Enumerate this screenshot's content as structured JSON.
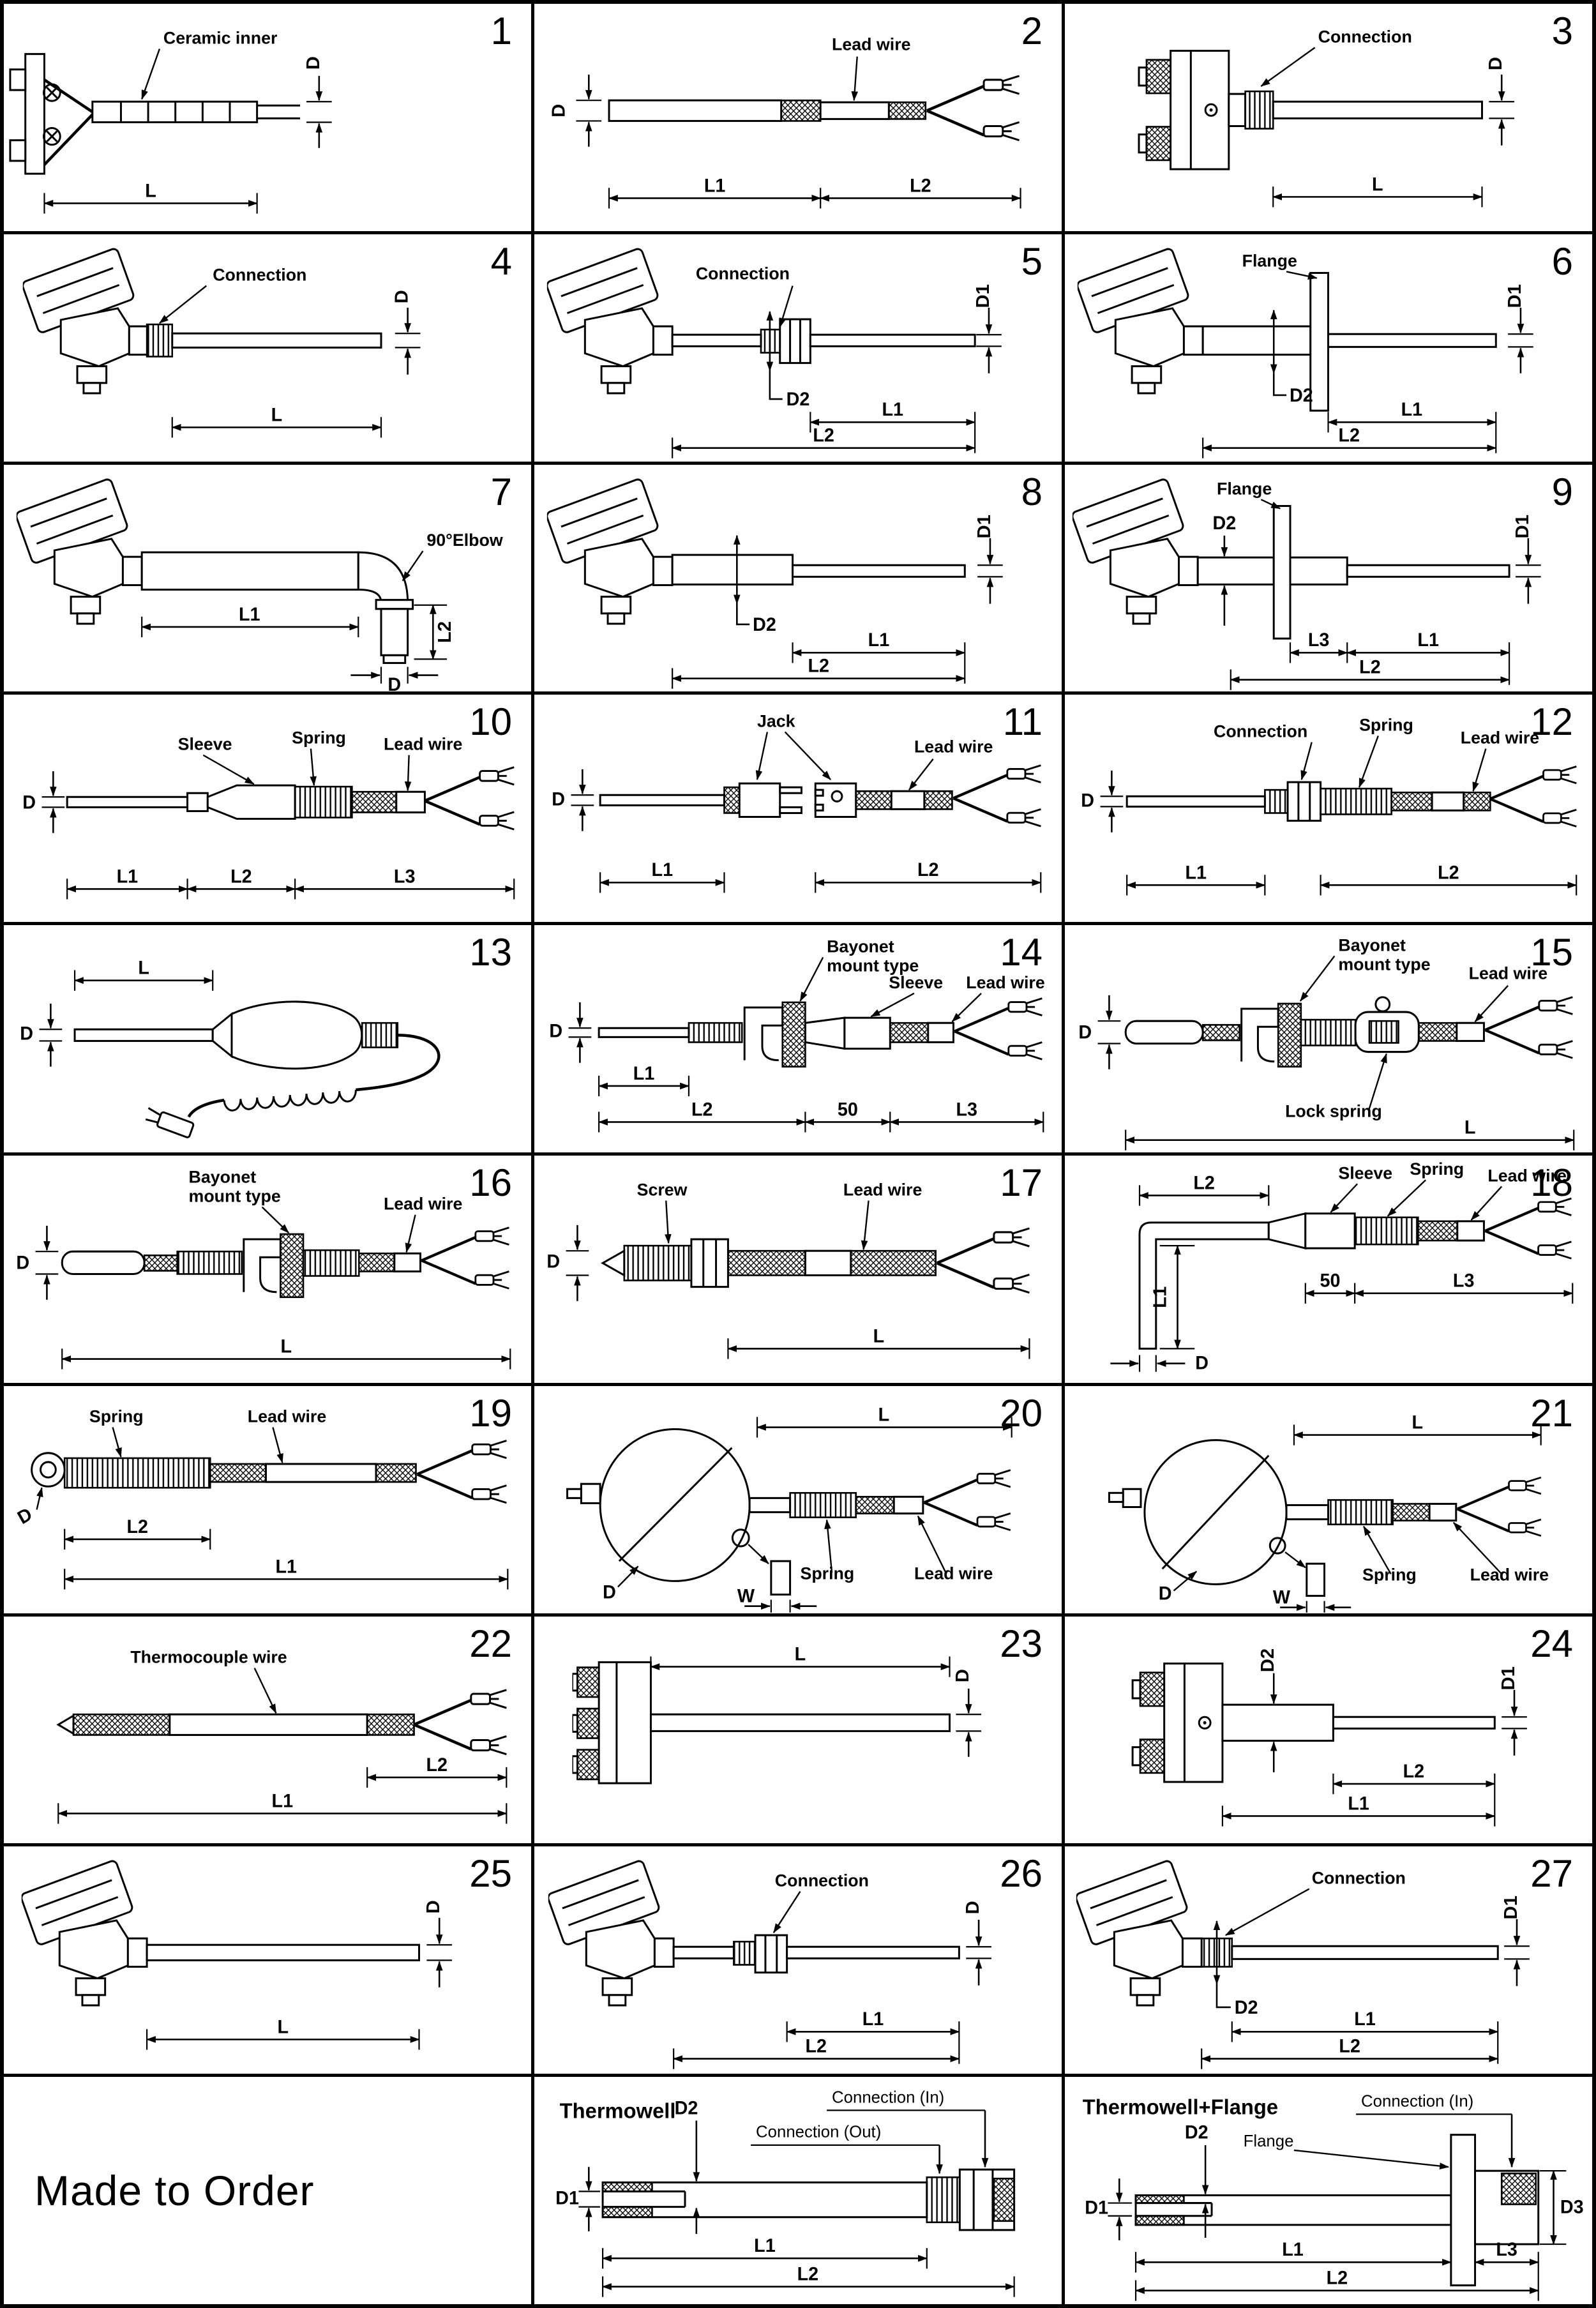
{
  "colors": {
    "line": "#000000",
    "background": "#ffffff",
    "grid_border": "#000000"
  },
  "made_to_order": "Made to Order",
  "cells": [
    {
      "num": "1",
      "labels": {
        "ceramic": "Ceramic inner"
      },
      "dims": {
        "d": "D",
        "l": "L"
      }
    },
    {
      "num": "2",
      "labels": {
        "lead": "Lead wire"
      },
      "dims": {
        "d": "D",
        "l1": "L1",
        "l2": "L2"
      }
    },
    {
      "num": "3",
      "labels": {
        "conn": "Connection"
      },
      "dims": {
        "d": "D",
        "l": "L"
      }
    },
    {
      "num": "4",
      "labels": {
        "conn": "Connection"
      },
      "dims": {
        "d": "D",
        "l": "L"
      }
    },
    {
      "num": "5",
      "labels": {
        "conn": "Connection"
      },
      "dims": {
        "d1": "D1",
        "d2": "D2",
        "l1": "L1",
        "l2": "L2"
      }
    },
    {
      "num": "6",
      "labels": {
        "flange": "Flange"
      },
      "dims": {
        "d1": "D1",
        "d2": "D2",
        "l1": "L1",
        "l2": "L2"
      }
    },
    {
      "num": "7",
      "labels": {
        "elbow": "90°Elbow"
      },
      "dims": {
        "l1": "L1",
        "l2": "L2",
        "d": "D"
      }
    },
    {
      "num": "8",
      "labels": {},
      "dims": {
        "d1": "D1",
        "d2": "D2",
        "l1": "L1",
        "l2": "L2"
      }
    },
    {
      "num": "9",
      "labels": {
        "flange": "Flange"
      },
      "dims": {
        "d1": "D1",
        "d2": "D2",
        "l1": "L1",
        "l2": "L2",
        "l3": "L3"
      }
    },
    {
      "num": "10",
      "labels": {
        "sleeve": "Sleeve",
        "spring": "Spring",
        "lead": "Lead wire"
      },
      "dims": {
        "d": "D",
        "l1": "L1",
        "l2": "L2",
        "l3": "L3"
      }
    },
    {
      "num": "11",
      "labels": {
        "jack": "Jack",
        "lead": "Lead wire"
      },
      "dims": {
        "d": "D",
        "l1": "L1",
        "l2": "L2"
      }
    },
    {
      "num": "12",
      "labels": {
        "conn": "Connection",
        "spring": "Spring",
        "lead": "Lead wire"
      },
      "dims": {
        "d": "D",
        "l1": "L1",
        "l2": "L2"
      }
    },
    {
      "num": "13",
      "labels": {},
      "dims": {
        "l": "L",
        "d": "D"
      }
    },
    {
      "num": "14",
      "labels": {
        "bay1": "Bayonet",
        "bay2": "mount type",
        "sleeve": "Sleeve",
        "lead": "Lead wire"
      },
      "dims": {
        "d": "D",
        "l1": "L1",
        "l2": "L2",
        "fifty": "50",
        "l3": "L3"
      }
    },
    {
      "num": "15",
      "labels": {
        "bay1": "Bayonet",
        "bay2": "mount type",
        "lead": "Lead wire",
        "lock": "Lock spring"
      },
      "dims": {
        "d": "D",
        "l": "L"
      }
    },
    {
      "num": "16",
      "labels": {
        "bay1": "Bayonet",
        "bay2": "mount type",
        "lead": "Lead wire"
      },
      "dims": {
        "d": "D",
        "l": "L"
      }
    },
    {
      "num": "17",
      "labels": {
        "screw": "Screw",
        "lead": "Lead wire"
      },
      "dims": {
        "d": "D",
        "l": "L"
      }
    },
    {
      "num": "18",
      "labels": {
        "sleeve": "Sleeve",
        "spring": "Spring",
        "lead": "Lead wire"
      },
      "dims": {
        "l2": "L2",
        "l1": "L1",
        "d": "D",
        "fifty": "50",
        "l3": "L3"
      }
    },
    {
      "num": "19",
      "labels": {
        "spring": "Spring",
        "lead": "Lead wire"
      },
      "dims": {
        "d": "D",
        "l2": "L2",
        "l1": "L1"
      }
    },
    {
      "num": "20",
      "labels": {
        "spring": "Spring",
        "lead": "Lead wire"
      },
      "dims": {
        "l": "L",
        "d": "D",
        "w": "W"
      }
    },
    {
      "num": "21",
      "labels": {
        "spring": "Spring",
        "lead": "Lead wire"
      },
      "dims": {
        "l": "L",
        "d": "D",
        "w": "W"
      }
    },
    {
      "num": "22",
      "labels": {
        "tc": "Thermocouple wire"
      },
      "dims": {
        "l1": "L1",
        "l2": "L2"
      }
    },
    {
      "num": "23",
      "labels": {},
      "dims": {
        "l": "L",
        "d": "D"
      }
    },
    {
      "num": "24",
      "labels": {},
      "dims": {
        "d1": "D1",
        "d2": "D2",
        "l1": "L1",
        "l2": "L2"
      }
    },
    {
      "num": "25",
      "labels": {},
      "dims": {
        "d": "D",
        "l": "L"
      }
    },
    {
      "num": "26",
      "labels": {
        "conn": "Connection"
      },
      "dims": {
        "d": "D",
        "l1": "L1",
        "l2": "L2"
      }
    },
    {
      "num": "27",
      "labels": {
        "conn": "Connection"
      },
      "dims": {
        "d1": "D1",
        "d2": "D2",
        "l1": "L1",
        "l2": "L2"
      }
    }
  ],
  "thermowell": {
    "title": "Thermowell",
    "conn_in": "Connection (In)",
    "conn_out": "Connection (Out)",
    "dims": {
      "d1": "D1",
      "d2": "D2",
      "l1": "L1",
      "l2": "L2"
    }
  },
  "thermowell_flange": {
    "title": "Thermowell+Flange",
    "conn_in": "Connection (In)",
    "flange": "Flange",
    "dims": {
      "d1": "D1",
      "d2": "D2",
      "d3": "D3",
      "l1": "L1",
      "l3": "L3",
      "l2": "L2"
    }
  }
}
